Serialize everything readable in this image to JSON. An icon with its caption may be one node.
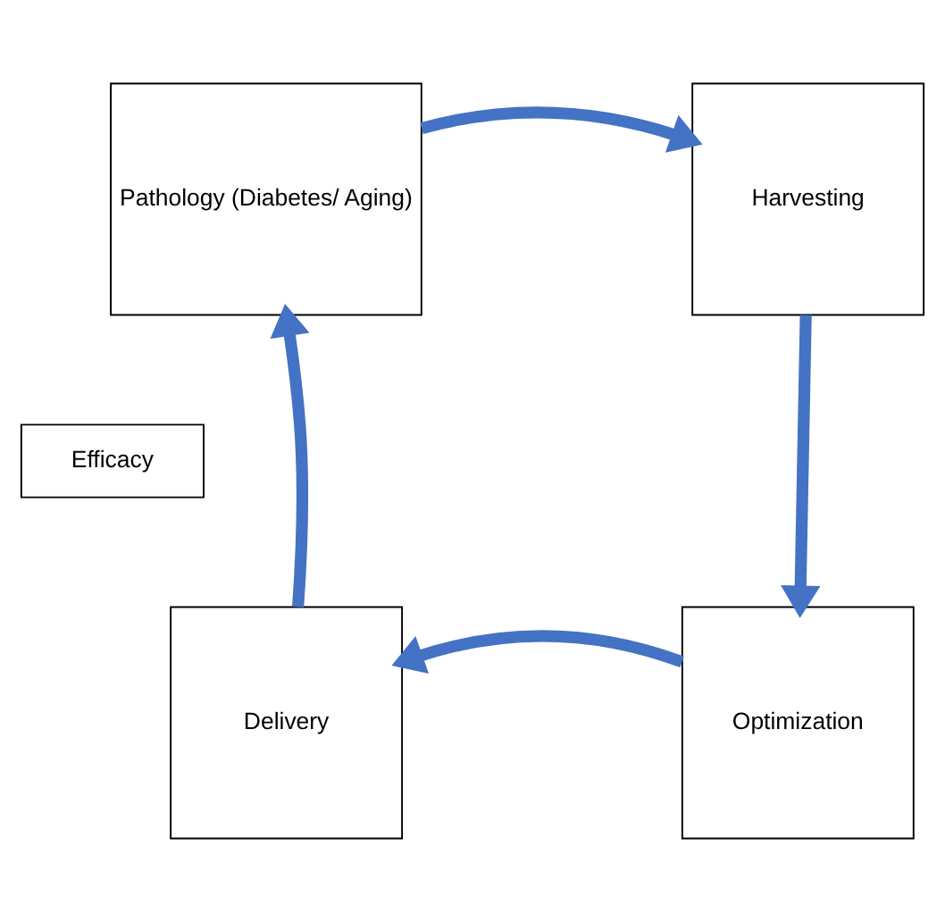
{
  "diagram": {
    "nodes": [
      {
        "text": [
          "Pathology (Diabetes/ Aging)"
        ]
      },
      {
        "text": [
          "Harvesting"
        ]
      },
      {
        "text": [
          "Optimization"
        ]
      },
      {
        "text": [
          "Delivery"
        ]
      },
      {
        "text": [
          "Efficacy"
        ]
      }
    ],
    "edges": [
      {
        "from": 0,
        "to": 1,
        "arrow": "to"
      },
      {
        "from": 1,
        "to": 2,
        "arrow": "to"
      },
      {
        "from": 2,
        "to": 3,
        "arrow": "to"
      },
      {
        "from": 3,
        "to": 0,
        "arrow": "to"
      }
    ]
  }
}
